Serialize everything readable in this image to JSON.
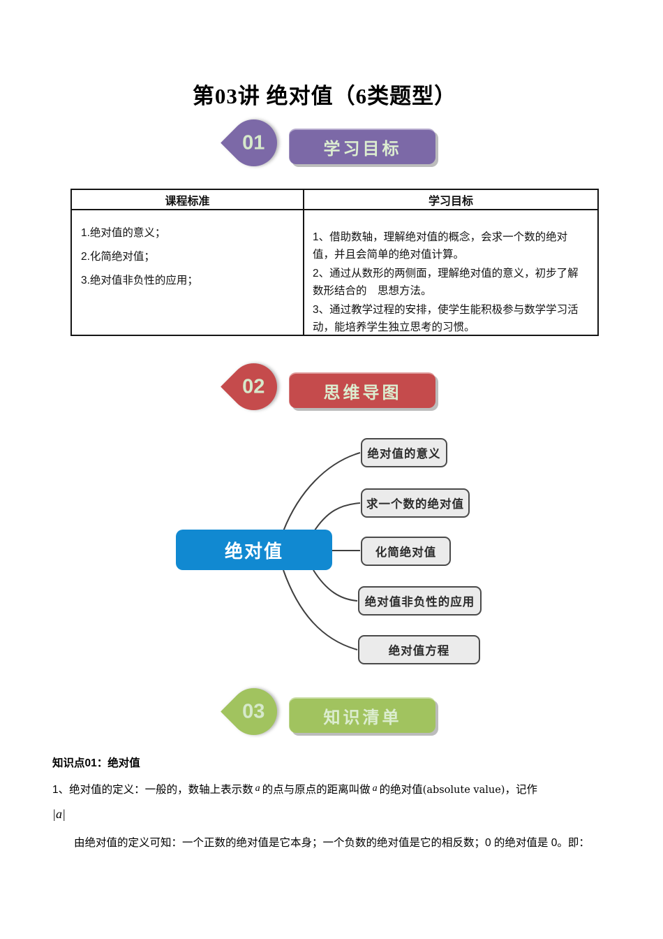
{
  "page": {
    "title": "第03讲 绝对值（6类题型）"
  },
  "sections": {
    "s1": {
      "number": "01",
      "label": "学习目标",
      "color": "#7c69a7"
    },
    "s2": {
      "number": "02",
      "label": "思维导图",
      "color": "#c54b4c"
    },
    "s3": {
      "number": "03",
      "label": "知识清单",
      "color": "#a1c35f"
    }
  },
  "table": {
    "headers": {
      "left": "课程标准",
      "right": "学习目标"
    },
    "standards": [
      "1.绝对值的意义；",
      "2.化简绝对值；",
      "3.绝对值非负性的应用；"
    ],
    "objectives": [
      "1、借助数轴，理解绝对值的概念，会求一个数的绝对值，并且会简单的绝对值计算。",
      "2、通过从数形的两侧面，理解绝对值的意义，初步了解数形结合的　思想方法。",
      "3、通过教学过程的安排，使学生能积极参与数学学习活动，能培养学生独立思考的习惯。"
    ]
  },
  "mindmap": {
    "root": "绝对值",
    "root_color": "#1189d1",
    "branches": [
      "绝对值的意义",
      "求一个数的绝对值",
      "化简绝对值",
      "绝对值非负性的应用",
      "绝对值方程"
    ]
  },
  "knowledge": {
    "heading": "知识点01：绝对值",
    "def_prefix": "1、绝对值的定义：一般的，数轴上表示数",
    "var_a": "a",
    "def_mid": "的点与原点的距离叫做",
    "def_suffix": "的绝对值",
    "def_en": "(absolute value)",
    "def_tail": "，记作",
    "abs_notation": "|a|",
    "para2": "由绝对值的定义可知：一个正数的绝对值是它本身；一个负数的绝对值是它的相反数；0 的绝对值是 0。即："
  }
}
